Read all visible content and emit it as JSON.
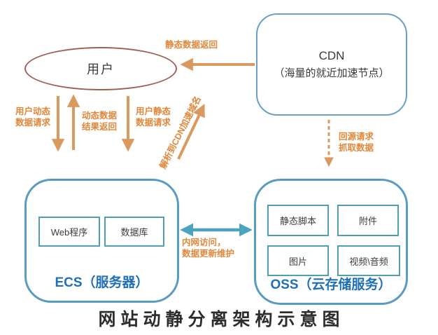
{
  "title": "网站动静分离架构示意图",
  "nodes": {
    "user": {
      "label": "用户"
    },
    "cdn": {
      "name": "CDN",
      "subtitle": "（海量的就近加速节点）"
    },
    "ecs": {
      "label": "ECS（服务器）",
      "components": [
        {
          "label": "Web程序"
        },
        {
          "label": "数据库"
        }
      ]
    },
    "oss": {
      "label": "OSS（云存储服务）",
      "components": [
        {
          "label": "静态脚本"
        },
        {
          "label": "附件"
        },
        {
          "label": "图片"
        },
        {
          "label": "视频\\音频"
        }
      ]
    }
  },
  "edges": {
    "static_data_return": {
      "lines": [
        "静态数据返回"
      ]
    },
    "user_dynamic_request": {
      "lines": [
        "用户动态",
        "数据请求"
      ]
    },
    "dynamic_result_return": {
      "lines": [
        "动态数据",
        "结果返回"
      ]
    },
    "user_static_request": {
      "lines": [
        "用户静态",
        "数据请求"
      ]
    },
    "resolve_to_cdn": {
      "lines": [
        "解析到CDN加速域名"
      ]
    },
    "origin_fetch": {
      "lines": [
        "回源请求",
        "抓取数据"
      ]
    },
    "intranet_access": {
      "lines": [
        "内网访问，",
        "数据更新维护"
      ]
    }
  },
  "colors": {
    "arrow_orange": "#d9995f",
    "label_orange": "#e1873a",
    "node_border_blue": "#5b9bc0",
    "inner_border_teal": "#4f9fb0",
    "ellipse_border": "#9c6152",
    "blue_label": "#1f6fb5",
    "teal_arrow": "#4ba3c0",
    "title_color": "#2d2d2d"
  }
}
